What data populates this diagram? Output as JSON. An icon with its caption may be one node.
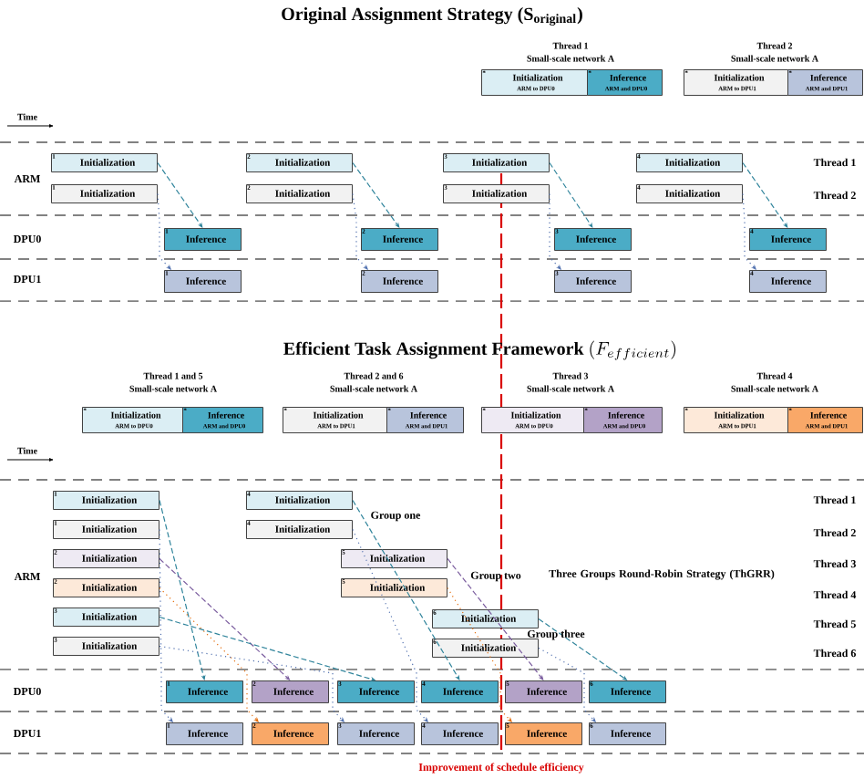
{
  "diagram": {
    "title": "Original Assignment Strategy (S$_{original}$)",
    "nodes": [
      {
        "text": [
          "*",
          "Initialization",
          "ARM to DPU0"
        ]
      },
      {
        "text": [
          "*",
          "Inference",
          "ARM and DPU0"
        ]
      },
      {
        "text": [
          "*",
          "Initialization",
          "ARM to DPU1"
        ]
      },
      {
        "text": [
          "*",
          "Inference",
          "ARM and DPU1"
        ]
      },
      {
        "text": [
          "1",
          "Initialization"
        ]
      },
      {
        "text": [
          "2",
          "Initialization"
        ]
      },
      {
        "text": [
          "3",
          "Initialization"
        ]
      },
      {
        "text": [
          "4",
          "Initialization"
        ]
      },
      {
        "text": [
          "1",
          "Initialization"
        ]
      },
      {
        "text": [
          "2",
          "Initialization"
        ]
      },
      {
        "text": [
          "3",
          "Initialization"
        ]
      },
      {
        "text": [
          "4",
          "Initialization"
        ]
      },
      {
        "text": [
          "1",
          "Inference"
        ]
      },
      {
        "text": [
          "2",
          "Inference"
        ]
      },
      {
        "text": [
          "3",
          "Inference"
        ]
      },
      {
        "text": [
          "4",
          "Inference"
        ]
      },
      {
        "text": [
          "1",
          "Inference"
        ]
      },
      {
        "text": [
          "2",
          "Inference"
        ]
      },
      {
        "text": [
          "3",
          "Inference"
        ]
      },
      {
        "text": [
          "4",
          "Inference"
        ]
      },
      {
        "text": [
          "*",
          "Initialization",
          "ARM to DPU0"
        ]
      },
      {
        "text": [
          "*",
          "Inference",
          "ARM and DPU0"
        ]
      },
      {
        "text": [
          "*",
          "Initialization",
          "ARM to DPU1"
        ]
      },
      {
        "text": [
          "*",
          "Inference",
          "ARM and DPU1"
        ]
      },
      {
        "text": [
          "*",
          "Initialization",
          "ARM to DPU0"
        ]
      },
      {
        "text": [
          "*",
          "Inference",
          "ARM and DPU0"
        ]
      },
      {
        "text": [
          "*",
          "Initialization",
          "ARM to DPU1"
        ]
      },
      {
        "text": [
          "*",
          "Inference",
          "ARM and DPU1"
        ]
      },
      {
        "text": [
          "1",
          "Initialization"
        ]
      },
      {
        "text": [
          "1",
          "Initialization"
        ]
      },
      {
        "text": [
          "2",
          "Initialization"
        ]
      },
      {
        "text": [
          "2",
          "Initialization"
        ]
      },
      {
        "text": [
          "3",
          "Initialization"
        ]
      },
      {
        "text": [
          "3",
          "Initialization"
        ]
      },
      {
        "text": [
          "4",
          "Initialization"
        ]
      },
      {
        "text": [
          "4",
          "Initialization"
        ]
      },
      {
        "text": [
          "5",
          "Initialization"
        ]
      },
      {
        "text": [
          "5",
          "Initialization"
        ]
      },
      {
        "text": [
          "6",
          "Initialization"
        ]
      },
      {
        "text": [
          "6",
          "Initialization"
        ]
      },
      {
        "text": [
          "1",
          "Inference"
        ]
      },
      {
        "text": [
          "2",
          "Inference"
        ]
      },
      {
        "text": [
          "3",
          "Inference"
        ]
      },
      {
        "text": [
          "4",
          "Inference"
        ]
      },
      {
        "text": [
          "5",
          "Inference"
        ]
      },
      {
        "text": [
          "6",
          "Inference"
        ]
      },
      {
        "text": [
          "1",
          "Inference"
        ]
      },
      {
        "text": [
          "2",
          "Inference"
        ]
      },
      {
        "text": [
          "3",
          "Inference"
        ]
      },
      {
        "text": [
          "4",
          "Inference"
        ]
      },
      {
        "text": [
          "5",
          "Inference"
        ]
      },
      {
        "text": [
          "6",
          "Inference"
        ]
      }
    ],
    "edges": [
      {
        "from": 4,
        "to": 12,
        "arrow": "to",
        "style": "dashed",
        "color": "#31859c"
      },
      {
        "from": 5,
        "to": 13,
        "arrow": "to",
        "style": "dashed",
        "color": "#31859c"
      },
      {
        "from": 6,
        "to": 14,
        "arrow": "to",
        "style": "dashed",
        "color": "#31859c"
      },
      {
        "from": 7,
        "to": 15,
        "arrow": "to",
        "style": "dashed",
        "color": "#31859c"
      },
      {
        "from": 8,
        "to": 16,
        "arrow": "to",
        "color": "#4f6fae"
      },
      {
        "from": 9,
        "to": 17,
        "arrow": "to",
        "color": "#4f6fae"
      },
      {
        "from": 10,
        "to": 18,
        "arrow": "to",
        "color": "#4f6fae"
      },
      {
        "from": 11,
        "to": 19,
        "arrow": "to",
        "color": "#4f6fae"
      },
      {
        "from": 28,
        "to": 40,
        "arrow": "to",
        "style": "dashed",
        "color": "#31859c"
      },
      {
        "from": 29,
        "to": 46,
        "arrow": "to",
        "color": "#4f6fae"
      },
      {
        "from": 30,
        "to": 41,
        "arrow": "to",
        "style": "dashed",
        "color": "#7a5c9e"
      },
      {
        "from": 31,
        "to": 47,
        "arrow": "to",
        "color": "#e46c0a"
      },
      {
        "from": 32,
        "to": 42,
        "arrow": "to",
        "style": "dashed",
        "color": "#31859c"
      },
      {
        "from": 33,
        "to": 48,
        "arrow": "to",
        "color": "#4f6fae"
      },
      {
        "from": 34,
        "to": 43,
        "arrow": "to",
        "style": "dashed",
        "color": "#31859c"
      },
      {
        "from": 35,
        "to": 49,
        "arrow": "to",
        "color": "#4f6fae"
      },
      {
        "from": 36,
        "to": 44,
        "arrow": "to",
        "style": "dashed",
        "color": "#7a5c9e"
      },
      {
        "from": 37,
        "to": 50,
        "arrow": "to",
        "color": "#e46c0a"
      },
      {
        "from": 38,
        "to": 45,
        "arrow": "to",
        "style": "dashed",
        "color": "#31859c"
      },
      {
        "from": 39,
        "to": 51,
        "arrow": "to",
        "color": "#4f6fae"
      }
    ],
    "labels": [
      "Thread 1",
      "Small-scale network A",
      "Thread 2",
      "Small-scale network A",
      "Time",
      "ARM",
      "Thread 1",
      "Thread 2",
      "DPU0",
      "DPU1",
      "Efficient Task Assignment Framework",
      "(F_{efficient})",
      "Thread 1 and 5",
      "Small-scale network A",
      "Thread 2 and 6",
      "Small-scale network A",
      "Thread 3",
      "Small-scale network A",
      "Thread 4",
      "Small-scale network A",
      "Time",
      "Thread 1",
      "Group one",
      "Thread 2",
      "Thread 3",
      "Three Groups Round-Robin Strategy (ThGRR)",
      "Group two",
      "ARM",
      "Thread 4",
      "Thread 5",
      "Group three",
      "Thread 6",
      "DPU0",
      "DPU1",
      "Improvement of schedule efficiency"
    ]
  }
}
